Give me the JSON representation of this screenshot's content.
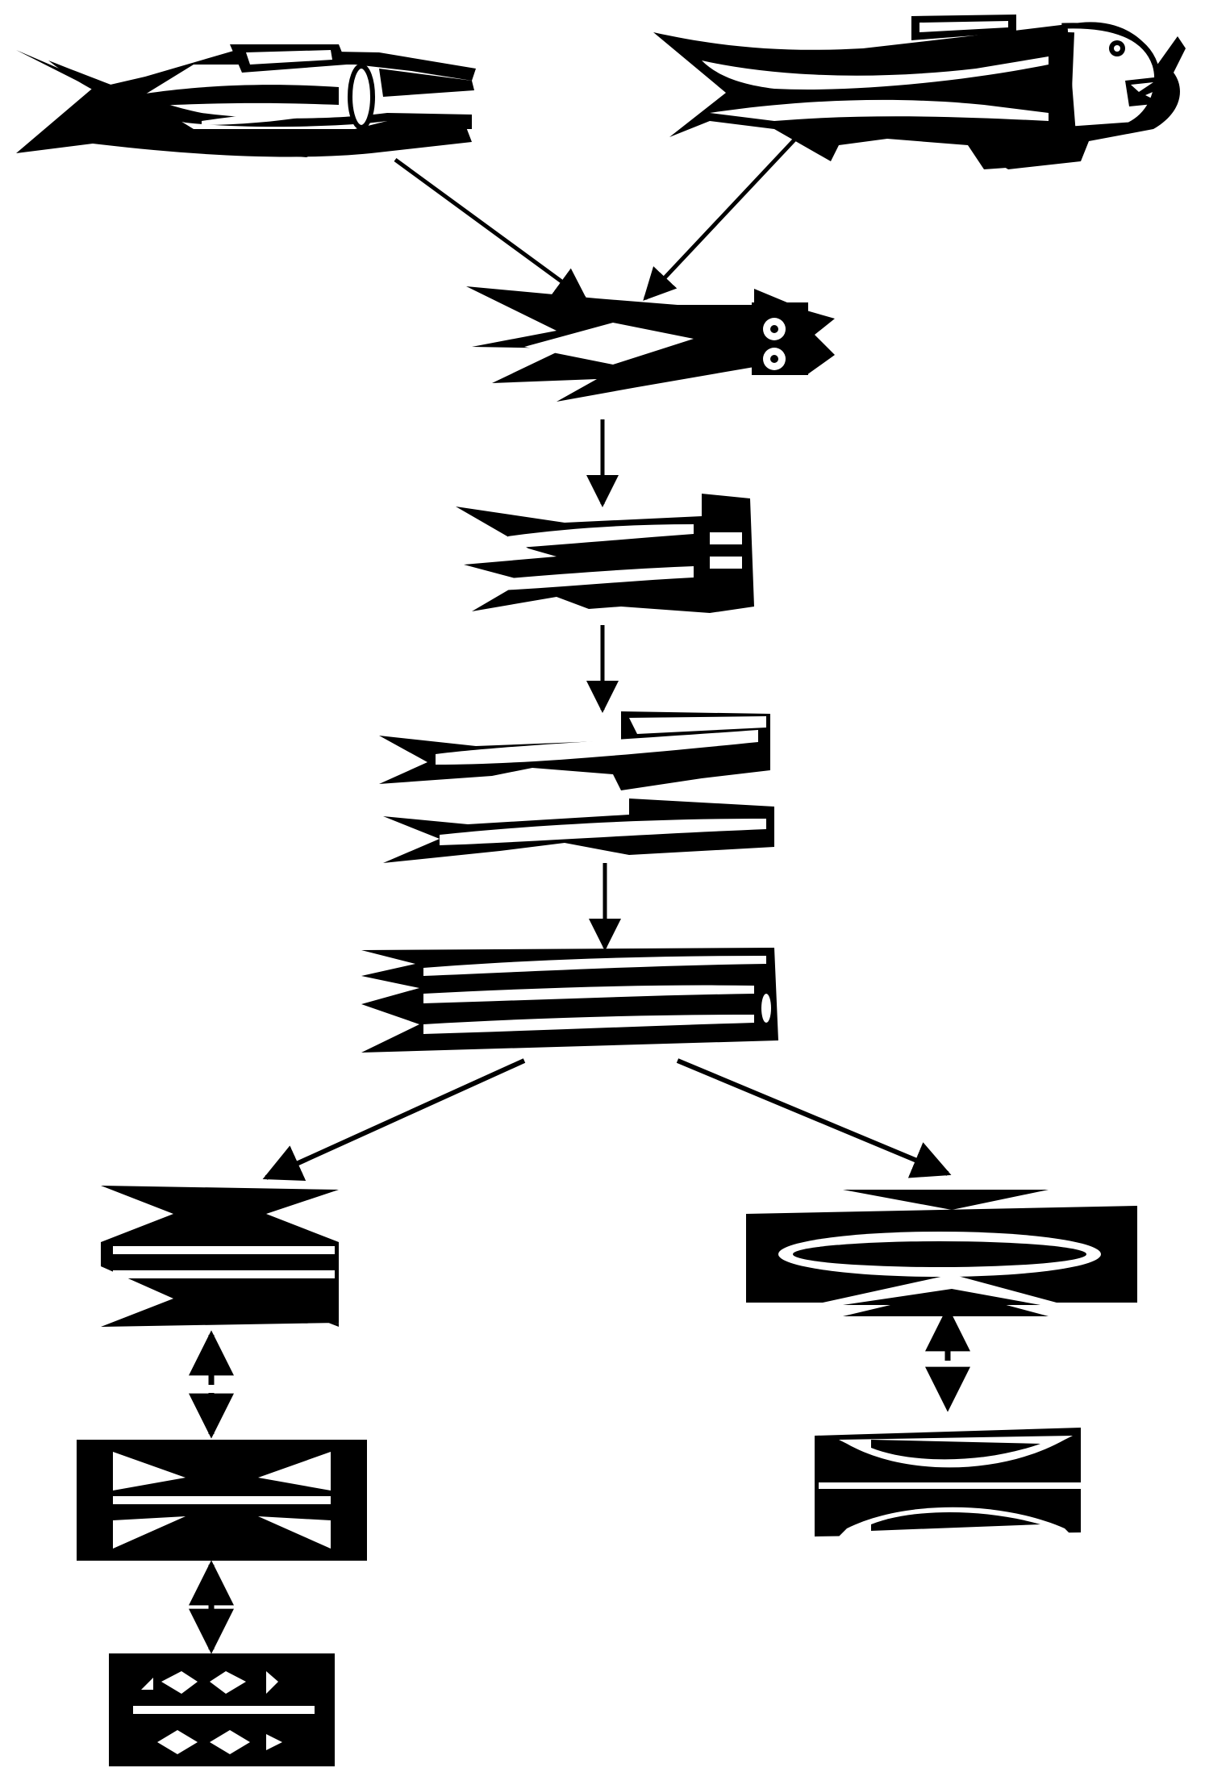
{
  "diagram": {
    "type": "evolution-of-motif",
    "colors": {
      "ink": "#000000",
      "paper": "#ffffff"
    },
    "nodes": [
      {
        "id": "fish-left",
        "kind": "naturalistic fish"
      },
      {
        "id": "fish-right",
        "kind": "naturalistic fish with open mouth"
      },
      {
        "id": "stylized-fish",
        "kind": "stylized fish with square head"
      },
      {
        "id": "double-fish",
        "kind": "two stacked fish, merged head block"
      },
      {
        "id": "fish-pair-split",
        "kind": "two separated schematic fish"
      },
      {
        "id": "fish-band",
        "kind": "banded fish pattern"
      },
      {
        "id": "geometric-left",
        "kind": "double hourglass band"
      },
      {
        "id": "geometric-right",
        "kind": "lens-and-bow band"
      },
      {
        "id": "triangle-block",
        "kind": "rectangle with four triangles"
      },
      {
        "id": "diamond-block",
        "kind": "rectangle with diamonds"
      },
      {
        "id": "bowtie-block",
        "kind": "bowtie with crescents"
      }
    ],
    "edges": [
      {
        "from": "fish-left",
        "to": "stylized-fish",
        "style": "solid"
      },
      {
        "from": "fish-right",
        "to": "stylized-fish",
        "style": "solid"
      },
      {
        "from": "stylized-fish",
        "to": "double-fish",
        "style": "solid"
      },
      {
        "from": "double-fish",
        "to": "fish-pair-split",
        "style": "solid"
      },
      {
        "from": "fish-pair-split",
        "to": "fish-band",
        "style": "solid"
      },
      {
        "from": "fish-band",
        "to": "geometric-left",
        "style": "solid"
      },
      {
        "from": "fish-band",
        "to": "geometric-right",
        "style": "solid"
      },
      {
        "from": "geometric-left",
        "to": "triangle-block",
        "style": "dashed-bidirectional"
      },
      {
        "from": "triangle-block",
        "to": "diamond-block",
        "style": "dashed-bidirectional"
      },
      {
        "from": "geometric-right",
        "to": "bowtie-block",
        "style": "dashed-bidirectional"
      }
    ]
  }
}
